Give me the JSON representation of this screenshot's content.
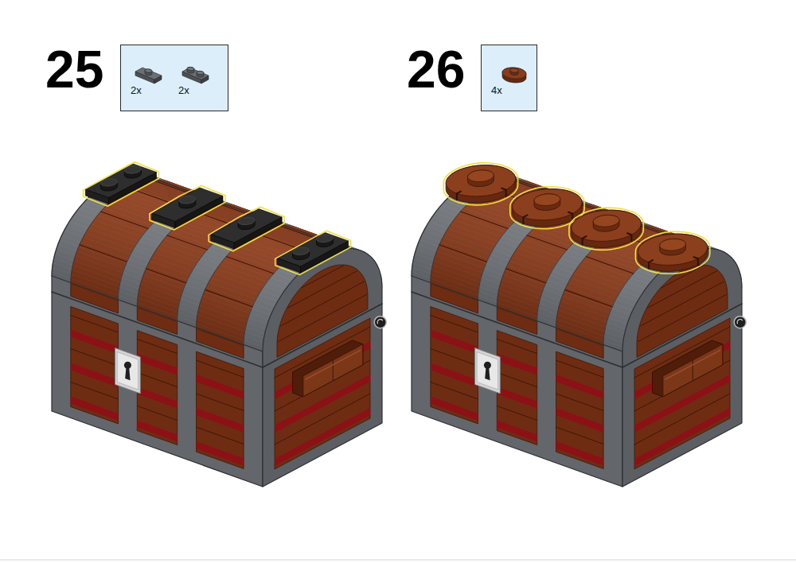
{
  "diagram": {
    "nodes": [
      {
        "text": [
          "2x",
          "2x"
        ]
      },
      {
        "text": [
          "4x"
        ]
      }
    ],
    "labels": [
      "25",
      "26"
    ]
  }
}
